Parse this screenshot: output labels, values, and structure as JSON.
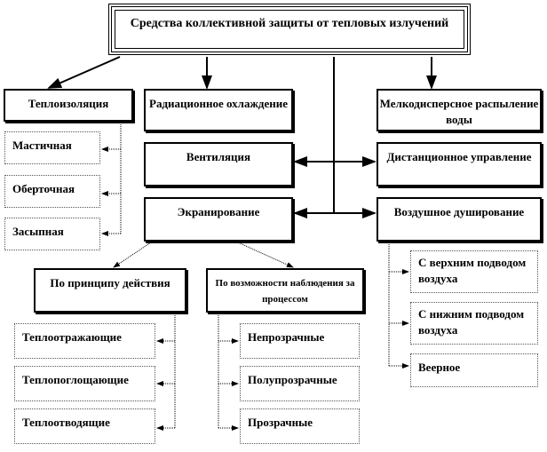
{
  "title": "Средства коллективной защиты от тепловых излучений",
  "categories": {
    "insulation": "Теплоизоляция",
    "radiation_cooling": "Радиационное охлаждение",
    "water_spray": "Мелкодисперсное распыление воды",
    "ventilation": "Вентиляция",
    "remote_control": "Дистанционное управление",
    "shielding": "Экранирование",
    "air_showering": "Воздушное душирование"
  },
  "insulation_types": [
    "Мастичная",
    "Оберточная",
    "Засыпная"
  ],
  "shielding_groups": {
    "by_action": "По принципу  действия",
    "by_observation": "По возможности наблюдения за процессом"
  },
  "by_action_items": [
    "Теплоотражающие",
    "Теплопоглощающие",
    "Теплоотводящие"
  ],
  "by_observation_items": [
    "Непрозрачные",
    "Полупрозрачные",
    "Прозрачные"
  ],
  "showering_items": [
    "С верхним подводом воздуха",
    "С нижним подводом воздуха",
    "Веерное"
  ]
}
